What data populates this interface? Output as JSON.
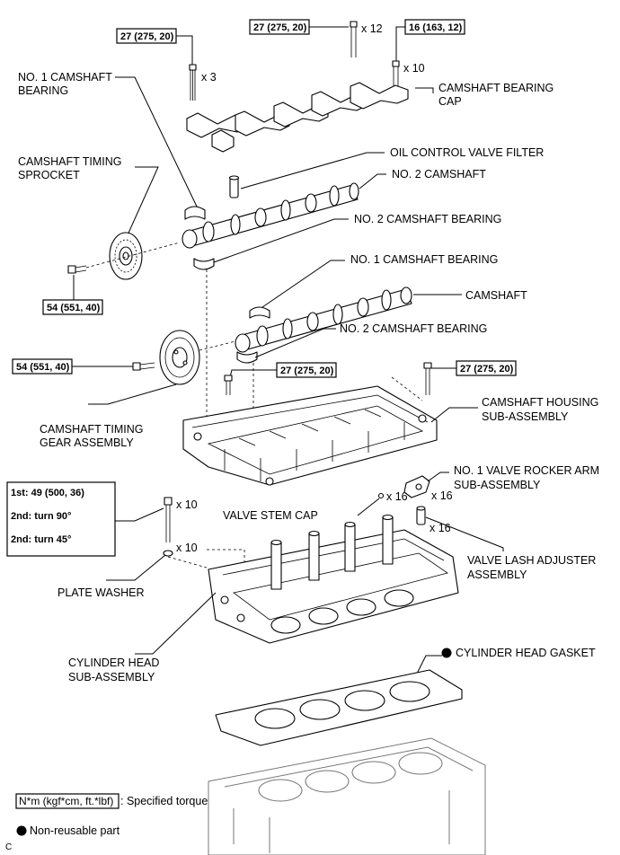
{
  "torque": {
    "t_27_a": "27 (275, 20)",
    "t_27_b": "27 (275, 20)",
    "t_16": "16 (163, 12)",
    "t_54_a": "54 (551, 40)",
    "t_54_b": "54 (551, 40)",
    "t_27_c": "27 (275, 20)",
    "t_27_d": "27 (275, 20)",
    "head_1st": "1st: 49 (500, 36)",
    "head_2nd_a": "2nd: turn 90°",
    "head_2nd_b": "2nd: turn 45°"
  },
  "qty": {
    "x3": "x 3",
    "x12": "x 12",
    "x10_a": "x 10",
    "x10_b": "x 10",
    "x10_c": "x 10",
    "x16_a": "x 16",
    "x16_b": "x 16",
    "x16_c": "x 16"
  },
  "labels": {
    "no1_bearing_top_1": "NO. 1 CAMSHAFT",
    "no1_bearing_top_2": "BEARING",
    "bearing_cap_1": "CAMSHAFT BEARING",
    "bearing_cap_2": "CAP",
    "timing_sprocket_1": "CAMSHAFT TIMING",
    "timing_sprocket_2": "SPROCKET",
    "ocv_filter": "OIL CONTROL VALVE FILTER",
    "no2_camshaft": "NO. 2 CAMSHAFT",
    "no2_bearing_a": "NO. 2 CAMSHAFT BEARING",
    "no1_bearing_b": "NO. 1 CAMSHAFT BEARING",
    "camshaft": "CAMSHAFT",
    "no2_bearing_b": "NO. 2 CAMSHAFT BEARING",
    "housing_1": "CAMSHAFT HOUSING",
    "housing_2": "SUB-ASSEMBLY",
    "timing_gear_1": "CAMSHAFT TIMING",
    "timing_gear_2": "GEAR ASSEMBLY",
    "rocker_1": "NO. 1 VALVE ROCKER ARM",
    "rocker_2": "SUB-ASSEMBLY",
    "stem_cap": "VALVE STEM CAP",
    "lash_1": "VALVE LASH ADJUSTER",
    "lash_2": "ASSEMBLY",
    "plate_washer": "PLATE WASHER",
    "cyl_head_1": "CYLINDER HEAD",
    "cyl_head_2": "SUB-ASSEMBLY",
    "gasket": "CYLINDER HEAD GASKET"
  },
  "legend": {
    "torque_unit": "N*m (kgf*cm, ft.*lbf)",
    "torque_desc": ": Specified torque",
    "non_reusable": "Non-reusable part"
  },
  "figure_code": "C"
}
